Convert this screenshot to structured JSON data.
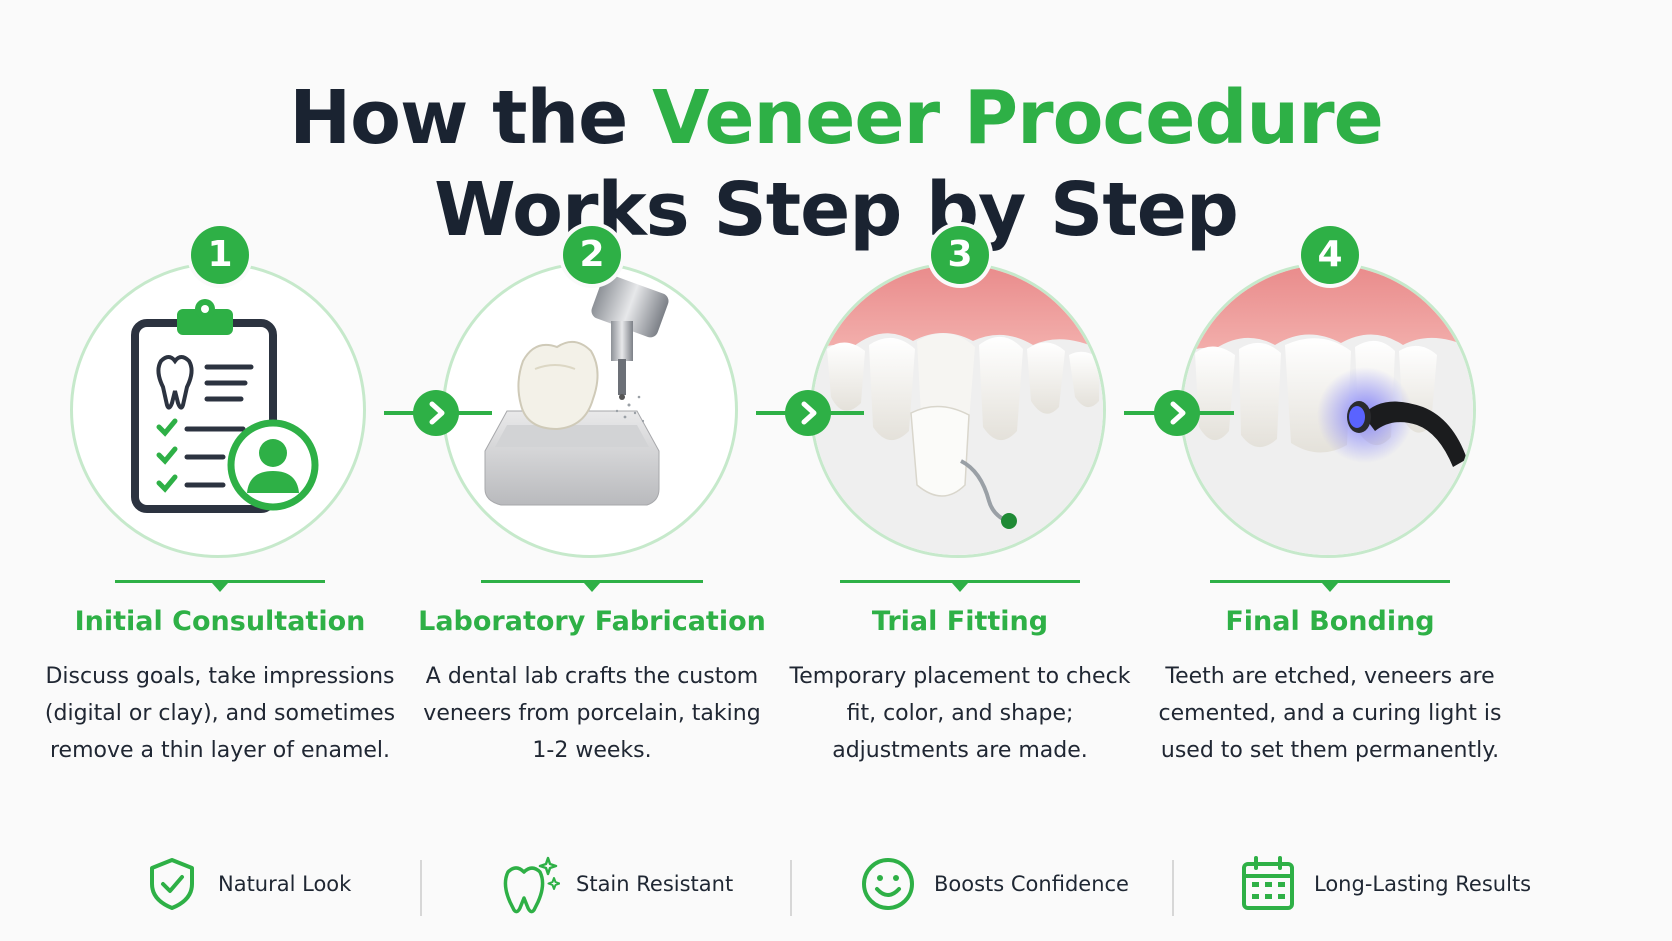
{
  "title": {
    "line1_plain": "How the ",
    "line1_accent": "Veneer Procedure",
    "line2": "Works Step by Step"
  },
  "colors": {
    "accent": "#2eb046",
    "heading": "#1a2331",
    "ring": "#c6e9cb"
  },
  "steps": [
    {
      "number": "1",
      "title": "Initial Consultation",
      "description": "Discuss goals, take impressions (digital or clay), and sometimes remove a thin layer of enamel.",
      "icon": "clipboard-tooth-icon"
    },
    {
      "number": "2",
      "title": "Laboratory Fabrication",
      "description": "A dental lab crafts the custom veneers from porcelain, taking 1-2 weeks.",
      "icon": "milling-machine-veneer-icon"
    },
    {
      "number": "3",
      "title": "Trial Fitting",
      "description": "Temporary placement to check fit, color, and shape; adjustments are made.",
      "icon": "trial-fit-teeth-icon"
    },
    {
      "number": "4",
      "title": "Final Bonding",
      "description": "Teeth are etched, veneers are cemented, and a curing light is used to set them permanently.",
      "icon": "curing-light-teeth-icon"
    }
  ],
  "benefits": [
    {
      "label": "Natural Look",
      "icon": "shield-check-icon"
    },
    {
      "label": "Stain Resistant",
      "icon": "sparkle-tooth-icon"
    },
    {
      "label": "Boosts Confidence",
      "icon": "smiley-face-icon"
    },
    {
      "label": "Long-Lasting Results",
      "icon": "calendar-icon"
    }
  ]
}
